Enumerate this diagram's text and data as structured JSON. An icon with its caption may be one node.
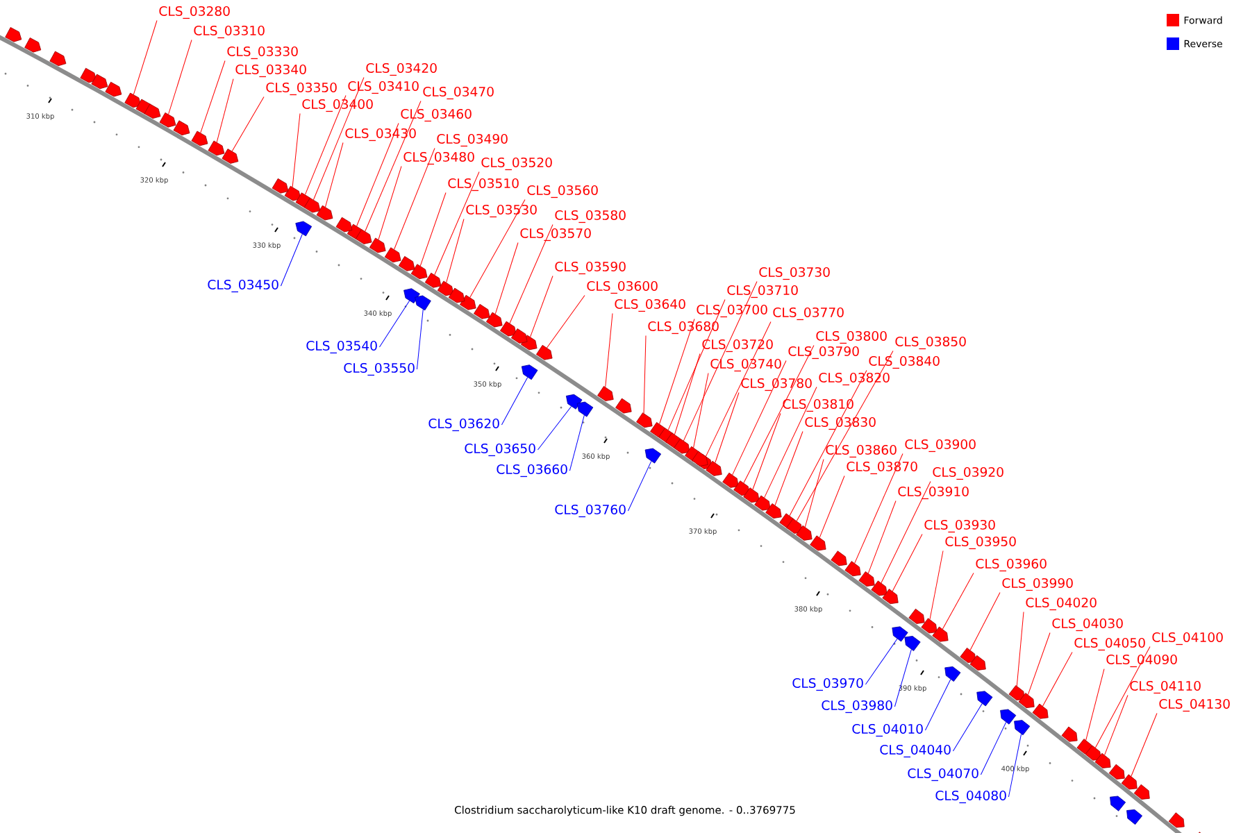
{
  "diagram": {
    "caption": "Clostridium saccharolyticum-like K10 draft genome. - 0..3769775",
    "nodes": [
      {
        "text": [
          "CLS_03280"
        ]
      },
      {
        "text": [],
        "shape": "arrow"
      },
      {
        "text": [
          "CLS_03310"
        ]
      },
      {
        "text": [],
        "shape": "arrow"
      },
      {
        "text": [
          "CLS_03330"
        ]
      },
      {
        "text": [],
        "shape": "arrow"
      },
      {
        "text": [
          "CLS_03340"
        ]
      },
      {
        "text": [],
        "shape": "arrow"
      },
      {
        "text": [
          "CLS_03350"
        ]
      },
      {
        "text": [],
        "shape": "arrow"
      },
      {
        "text": [
          "CLS_03400"
        ]
      },
      {
        "text": [],
        "shape": "arrow"
      },
      {
        "text": [
          "CLS_03410"
        ]
      },
      {
        "text": [],
        "shape": "arrow"
      },
      {
        "text": [
          "CLS_03420"
        ]
      },
      {
        "text": [],
        "shape": "arrow"
      },
      {
        "text": [
          "CLS_03430"
        ]
      },
      {
        "text": [],
        "shape": "arrow"
      },
      {
        "text": [
          "CLS_03450"
        ]
      },
      {
        "text": [],
        "shape": "arrow"
      },
      {
        "text": [
          "CLS_03460"
        ]
      },
      {
        "text": [],
        "shape": "arrow"
      },
      {
        "text": [
          "CLS_03470"
        ]
      },
      {
        "text": [],
        "shape": "arrow"
      },
      {
        "text": [
          "CLS_03480"
        ]
      },
      {
        "text": [],
        "shape": "arrow"
      },
      {
        "text": [
          "CLS_03490"
        ]
      },
      {
        "text": [],
        "shape": "arrow"
      },
      {
        "text": [
          "CLS_03510"
        ]
      },
      {
        "text": [],
        "shape": "arrow"
      },
      {
        "text": [
          "CLS_03520"
        ]
      },
      {
        "text": [],
        "shape": "arrow"
      },
      {
        "text": [
          "CLS_03530"
        ]
      },
      {
        "text": [],
        "shape": "arrow"
      },
      {
        "text": [
          "CLS_03540"
        ]
      },
      {
        "text": [],
        "shape": "arrow"
      },
      {
        "text": [
          "CLS_03550"
        ]
      },
      {
        "text": [],
        "shape": "arrow"
      },
      {
        "text": [
          "CLS_03560"
        ]
      },
      {
        "text": [],
        "shape": "arrow"
      },
      {
        "text": [
          "CLS_03570"
        ]
      },
      {
        "text": [],
        "shape": "arrow"
      },
      {
        "text": [
          "CLS_03580"
        ]
      },
      {
        "text": [],
        "shape": "arrow"
      },
      {
        "text": [
          "CLS_03590"
        ]
      },
      {
        "text": [],
        "shape": "arrow"
      },
      {
        "text": [
          "CLS_03600"
        ]
      },
      {
        "text": [],
        "shape": "arrow"
      },
      {
        "text": [
          "CLS_03620"
        ]
      },
      {
        "text": [],
        "shape": "arrow"
      },
      {
        "text": [
          "CLS_03640"
        ]
      },
      {
        "text": [],
        "shape": "arrow"
      },
      {
        "text": [
          "CLS_03650"
        ]
      },
      {
        "text": [],
        "shape": "arrow"
      },
      {
        "text": [
          "CLS_03660"
        ]
      },
      {
        "text": [],
        "shape": "arrow"
      },
      {
        "text": [
          "CLS_03680"
        ]
      },
      {
        "text": [],
        "shape": "arrow"
      },
      {
        "text": [
          "CLS_03700"
        ]
      },
      {
        "text": [],
        "shape": "arrow"
      },
      {
        "text": [
          "CLS_03710"
        ]
      },
      {
        "text": [],
        "shape": "arrow"
      },
      {
        "text": [
          "CLS_03720"
        ]
      },
      {
        "text": [],
        "shape": "arrow"
      },
      {
        "text": [
          "CLS_03730"
        ]
      },
      {
        "text": [],
        "shape": "arrow"
      },
      {
        "text": [
          "CLS_03740"
        ]
      },
      {
        "text": [],
        "shape": "arrow"
      },
      {
        "text": [
          "CLS_03760"
        ]
      },
      {
        "text": [],
        "shape": "arrow"
      },
      {
        "text": [
          "CLS_03770"
        ]
      },
      {
        "text": [],
        "shape": "arrow"
      },
      {
        "text": [
          "CLS_03780"
        ]
      },
      {
        "text": [],
        "shape": "arrow"
      },
      {
        "text": [
          "CLS_03790"
        ]
      },
      {
        "text": [],
        "shape": "arrow"
      },
      {
        "text": [
          "CLS_03800"
        ]
      },
      {
        "text": [],
        "shape": "arrow"
      },
      {
        "text": [
          "CLS_03810"
        ]
      },
      {
        "text": [],
        "shape": "arrow"
      },
      {
        "text": [
          "CLS_03820"
        ]
      },
      {
        "text": [],
        "shape": "arrow"
      },
      {
        "text": [
          "CLS_03830"
        ]
      },
      {
        "text": [],
        "shape": "arrow"
      },
      {
        "text": [
          "CLS_03840"
        ]
      },
      {
        "text": [],
        "shape": "arrow"
      },
      {
        "text": [
          "CLS_03850"
        ]
      },
      {
        "text": [],
        "shape": "arrow"
      },
      {
        "text": [
          "CLS_03860"
        ]
      },
      {
        "text": [],
        "shape": "arrow"
      },
      {
        "text": [
          "CLS_03870"
        ]
      },
      {
        "text": [],
        "shape": "arrow"
      },
      {
        "text": [
          "CLS_03900"
        ]
      },
      {
        "text": [],
        "shape": "arrow"
      },
      {
        "text": [
          "CLS_03910"
        ]
      },
      {
        "text": [],
        "shape": "arrow"
      },
      {
        "text": [
          "CLS_03920"
        ]
      },
      {
        "text": [],
        "shape": "arrow"
      },
      {
        "text": [
          "CLS_03930"
        ]
      },
      {
        "text": [],
        "shape": "arrow"
      },
      {
        "text": [
          "CLS_03950"
        ]
      },
      {
        "text": [],
        "shape": "arrow"
      },
      {
        "text": [
          "CLS_03960"
        ]
      },
      {
        "text": [],
        "shape": "arrow"
      },
      {
        "text": [
          "CLS_03970"
        ]
      },
      {
        "text": [],
        "shape": "arrow"
      },
      {
        "text": [
          "CLS_03980"
        ]
      },
      {
        "text": [],
        "shape": "arrow"
      },
      {
        "text": [
          "CLS_03990"
        ]
      },
      {
        "text": [],
        "shape": "arrow"
      },
      {
        "text": [
          "CLS_04010"
        ]
      },
      {
        "text": [],
        "shape": "arrow"
      },
      {
        "text": [
          "CLS_04020"
        ]
      },
      {
        "text": [],
        "shape": "arrow"
      },
      {
        "text": [
          "CLS_04030"
        ]
      },
      {
        "text": [],
        "shape": "arrow"
      },
      {
        "text": [
          "CLS_04040"
        ]
      },
      {
        "text": [],
        "shape": "arrow"
      },
      {
        "text": [
          "CLS_04050"
        ]
      },
      {
        "text": [],
        "shape": "arrow"
      },
      {
        "text": [
          "CLS_04070"
        ]
      },
      {
        "text": [],
        "shape": "arrow"
      },
      {
        "text": [
          "CLS_04080"
        ]
      },
      {
        "text": [],
        "shape": "arrow"
      },
      {
        "text": [
          "CLS_04090"
        ]
      },
      {
        "text": [],
        "shape": "arrow"
      },
      {
        "text": [
          "CLS_04100"
        ]
      },
      {
        "text": [],
        "shape": "arrow"
      },
      {
        "text": [
          "CLS_04110"
        ]
      },
      {
        "text": [],
        "shape": "arrow"
      },
      {
        "text": [
          "CLS_04130"
        ]
      },
      {
        "text": [],
        "shape": "arrow"
      },
      {
        "text": [],
        "shape": "arrow"
      },
      {
        "text": [],
        "shape": "arrow"
      },
      {
        "text": [],
        "shape": "arrow"
      },
      {
        "text": [],
        "shape": "arrow"
      },
      {
        "text": [],
        "shape": "arrow"
      },
      {
        "text": [],
        "shape": "arrow"
      },
      {
        "text": [],
        "shape": "arrow"
      },
      {
        "text": [],
        "shape": "arrow"
      },
      {
        "text": [],
        "shape": "arrow"
      },
      {
        "text": [],
        "shape": "arrow"
      },
      {
        "text": [],
        "shape": "arrow"
      },
      {
        "text": [],
        "shape": "arrow"
      },
      {
        "text": [],
        "shape": "arrow"
      },
      {
        "text": [],
        "shape": "arrow"
      },
      {
        "text": [],
        "shape": "arrow"
      },
      {
        "text": [],
        "shape": "arrow"
      },
      {
        "text": [],
        "shape": "arrow"
      },
      {
        "text": [],
        "shape": "arrow"
      },
      {
        "text": [],
        "shape": "arrow"
      },
      {
        "text": [],
        "shape": "arrow"
      },
      {
        "text": [],
        "shape": "arrow"
      },
      {
        "text": [],
        "shape": "arrow"
      },
      {
        "text": [],
        "shape": "arrow"
      },
      {
        "text": [],
        "shape": "arrow"
      },
      {
        "text": [],
        "shape": "arrow"
      },
      {
        "text": [],
        "shape": "arrow"
      },
      {
        "text": [],
        "shape": "arrow"
      }
    ],
    "edges": [
      {
        "from": 0,
        "to": 1,
        "arrow": "none"
      },
      {
        "from": 2,
        "to": 3,
        "arrow": "none"
      },
      {
        "from": 4,
        "to": 5,
        "arrow": "none"
      },
      {
        "from": 6,
        "to": 7,
        "arrow": "none"
      },
      {
        "from": 8,
        "to": 9,
        "arrow": "none"
      },
      {
        "from": 10,
        "to": 11,
        "arrow": "none"
      },
      {
        "from": 12,
        "to": 13,
        "arrow": "none"
      },
      {
        "from": 14,
        "to": 15,
        "arrow": "none"
      },
      {
        "from": 16,
        "to": 17,
        "arrow": "none"
      },
      {
        "from": 18,
        "to": 19,
        "arrow": "none",
        "color": "#0000ff"
      },
      {
        "from": 20,
        "to": 21,
        "arrow": "none"
      },
      {
        "from": 22,
        "to": 23,
        "arrow": "none"
      },
      {
        "from": 24,
        "to": 25,
        "arrow": "none"
      },
      {
        "from": 26,
        "to": 27,
        "arrow": "none"
      },
      {
        "from": 28,
        "to": 29,
        "arrow": "none"
      },
      {
        "from": 30,
        "to": 31,
        "arrow": "none"
      },
      {
        "from": 32,
        "to": 33,
        "arrow": "none"
      },
      {
        "from": 34,
        "to": 35,
        "arrow": "none",
        "color": "#0000ff"
      },
      {
        "from": 36,
        "to": 37,
        "arrow": "none",
        "color": "#0000ff"
      },
      {
        "from": 38,
        "to": 39,
        "arrow": "none"
      },
      {
        "from": 40,
        "to": 41,
        "arrow": "none"
      },
      {
        "from": 42,
        "to": 43,
        "arrow": "none"
      },
      {
        "from": 44,
        "to": 45,
        "arrow": "none"
      },
      {
        "from": 46,
        "to": 47,
        "arrow": "none"
      },
      {
        "from": 48,
        "to": 49,
        "arrow": "none",
        "color": "#0000ff"
      },
      {
        "from": 50,
        "to": 51,
        "arrow": "none"
      },
      {
        "from": 52,
        "to": 53,
        "arrow": "none",
        "color": "#0000ff"
      },
      {
        "from": 54,
        "to": 55,
        "arrow": "none",
        "color": "#0000ff"
      },
      {
        "from": 56,
        "to": 57,
        "arrow": "none"
      },
      {
        "from": 58,
        "to": 59,
        "arrow": "none"
      },
      {
        "from": 60,
        "to": 61,
        "arrow": "none"
      },
      {
        "from": 62,
        "to": 63,
        "arrow": "none"
      },
      {
        "from": 64,
        "to": 65,
        "arrow": "none"
      },
      {
        "from": 66,
        "to": 67,
        "arrow": "none"
      },
      {
        "from": 68,
        "to": 69,
        "arrow": "none",
        "color": "#0000ff"
      },
      {
        "from": 70,
        "to": 71,
        "arrow": "none"
      },
      {
        "from": 72,
        "to": 73,
        "arrow": "none"
      },
      {
        "from": 74,
        "to": 75,
        "arrow": "none"
      },
      {
        "from": 76,
        "to": 77,
        "arrow": "none"
      },
      {
        "from": 78,
        "to": 79,
        "arrow": "none"
      },
      {
        "from": 80,
        "to": 81,
        "arrow": "none"
      },
      {
        "from": 82,
        "to": 83,
        "arrow": "none"
      },
      {
        "from": 84,
        "to": 85,
        "arrow": "none"
      },
      {
        "from": 86,
        "to": 87,
        "arrow": "none"
      },
      {
        "from": 88,
        "to": 89,
        "arrow": "none"
      },
      {
        "from": 90,
        "to": 91,
        "arrow": "none"
      },
      {
        "from": 92,
        "to": 93,
        "arrow": "none"
      },
      {
        "from": 94,
        "to": 95,
        "arrow": "none"
      },
      {
        "from": 96,
        "to": 97,
        "arrow": "none"
      },
      {
        "from": 98,
        "to": 99,
        "arrow": "none"
      },
      {
        "from": 100,
        "to": 101,
        "arrow": "none"
      },
      {
        "from": 102,
        "to": 103,
        "arrow": "none"
      },
      {
        "from": 104,
        "to": 105,
        "arrow": "none",
        "color": "#0000ff"
      },
      {
        "from": 106,
        "to": 107,
        "arrow": "none",
        "color": "#0000ff"
      },
      {
        "from": 108,
        "to": 109,
        "arrow": "none"
      },
      {
        "from": 110,
        "to": 111,
        "arrow": "none",
        "color": "#0000ff"
      },
      {
        "from": 112,
        "to": 113,
        "arrow": "none"
      },
      {
        "from": 114,
        "to": 115,
        "arrow": "none"
      },
      {
        "from": 116,
        "to": 117,
        "arrow": "none",
        "color": "#0000ff"
      },
      {
        "from": 118,
        "to": 119,
        "arrow": "none"
      },
      {
        "from": 120,
        "to": 121,
        "arrow": "none",
        "color": "#0000ff"
      },
      {
        "from": 122,
        "to": 123,
        "arrow": "none",
        "color": "#0000ff"
      },
      {
        "from": 124,
        "to": 125,
        "arrow": "none"
      },
      {
        "from": 126,
        "to": 127,
        "arrow": "none"
      },
      {
        "from": 128,
        "to": 129,
        "arrow": "none"
      },
      {
        "from": 130,
        "to": 131,
        "arrow": "none"
      }
    ],
    "labels": [
      "310 kbp",
      "320 kbp",
      "330 kbp",
      "340 kbp",
      "350 kbp",
      "360 kbp",
      "370 kbp",
      "380 kbp",
      "390 kbp",
      "400 kbp"
    ],
    "legend": [
      {
        "text": "Forward",
        "color": "#ff0000"
      },
      {
        "text": "Reverse",
        "color": "#0000ff"
      }
    ]
  }
}
